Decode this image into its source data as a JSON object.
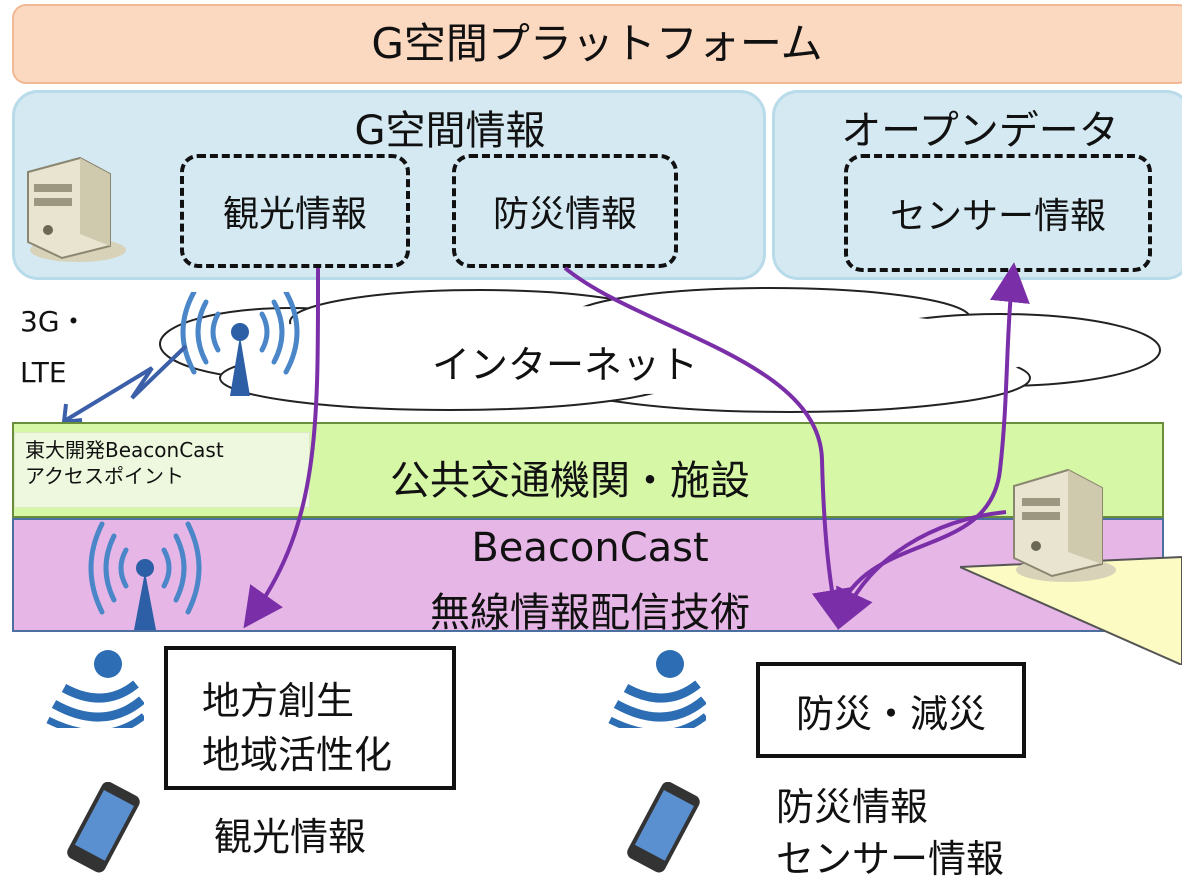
{
  "platform": {
    "title": "G空間プラットフォーム"
  },
  "g_space": {
    "title": "G空間情報",
    "items": [
      "観光情報",
      "防災情報"
    ]
  },
  "open_data": {
    "title": "オープンデータ",
    "items": [
      "センサー情報"
    ]
  },
  "network": {
    "mobile_label_1": "3G・",
    "mobile_label_2": "LTE",
    "internet_label": "インターネット"
  },
  "access_point": {
    "line1": "東大開発BeaconCast",
    "line2": "アクセスポイント"
  },
  "bands": {
    "public": "公共交通機関・施設",
    "beacon_line1": "BeaconCast",
    "beacon_line2": "無線情報配信技術"
  },
  "outputs": {
    "left_box_line1": "地方創生",
    "left_box_line2": "地域活性化",
    "left_caption": "観光情報",
    "right_box": "防災・減災",
    "right_caption_line1": "防災情報",
    "right_caption_line2": "センサー情報"
  },
  "colors": {
    "platform": "#fbd8c0",
    "info_box": "#d4e9f2",
    "public_band": "#d6f7a6",
    "beacon_band": "#e6b6e6",
    "arrow": "#7a2fa8",
    "callout": "#fdfbc4"
  }
}
